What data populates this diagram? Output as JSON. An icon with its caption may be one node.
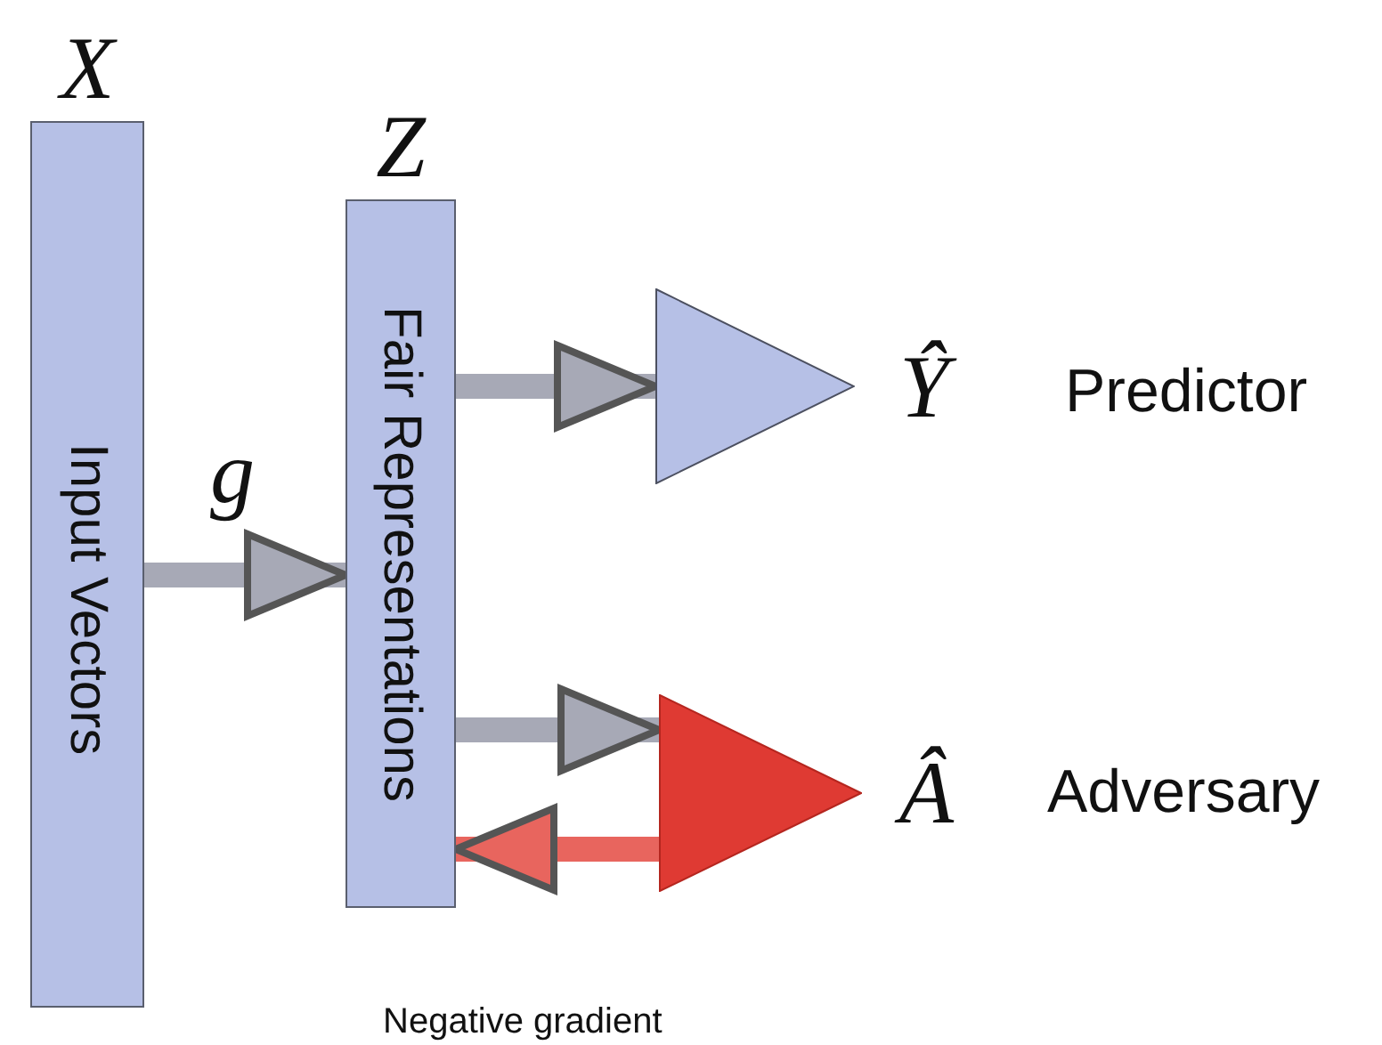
{
  "diagram": {
    "nodes": [
      {
        "text": [
          "X",
          "Input Vectors"
        ]
      },
      {
        "text": [
          "Z",
          "Fair Representations"
        ]
      },
      {
        "text": [],
        "shape": "triangle",
        "beside": [
          "Ŷ",
          "Predictor"
        ]
      },
      {
        "text": [],
        "shape": "triangle",
        "beside": [
          "Â",
          "Adversary"
        ]
      }
    ],
    "edges": [
      {
        "from": 0,
        "to": 1,
        "arrow": "to",
        "label": "g"
      },
      {
        "from": 1,
        "to": 2,
        "arrow": "to"
      },
      {
        "from": 1,
        "to": 3,
        "arrow": "to"
      },
      {
        "from": 3,
        "to": 1,
        "arrow": "to",
        "color": "#e8655e"
      }
    ],
    "labels": [
      "Negative gradient"
    ]
  }
}
